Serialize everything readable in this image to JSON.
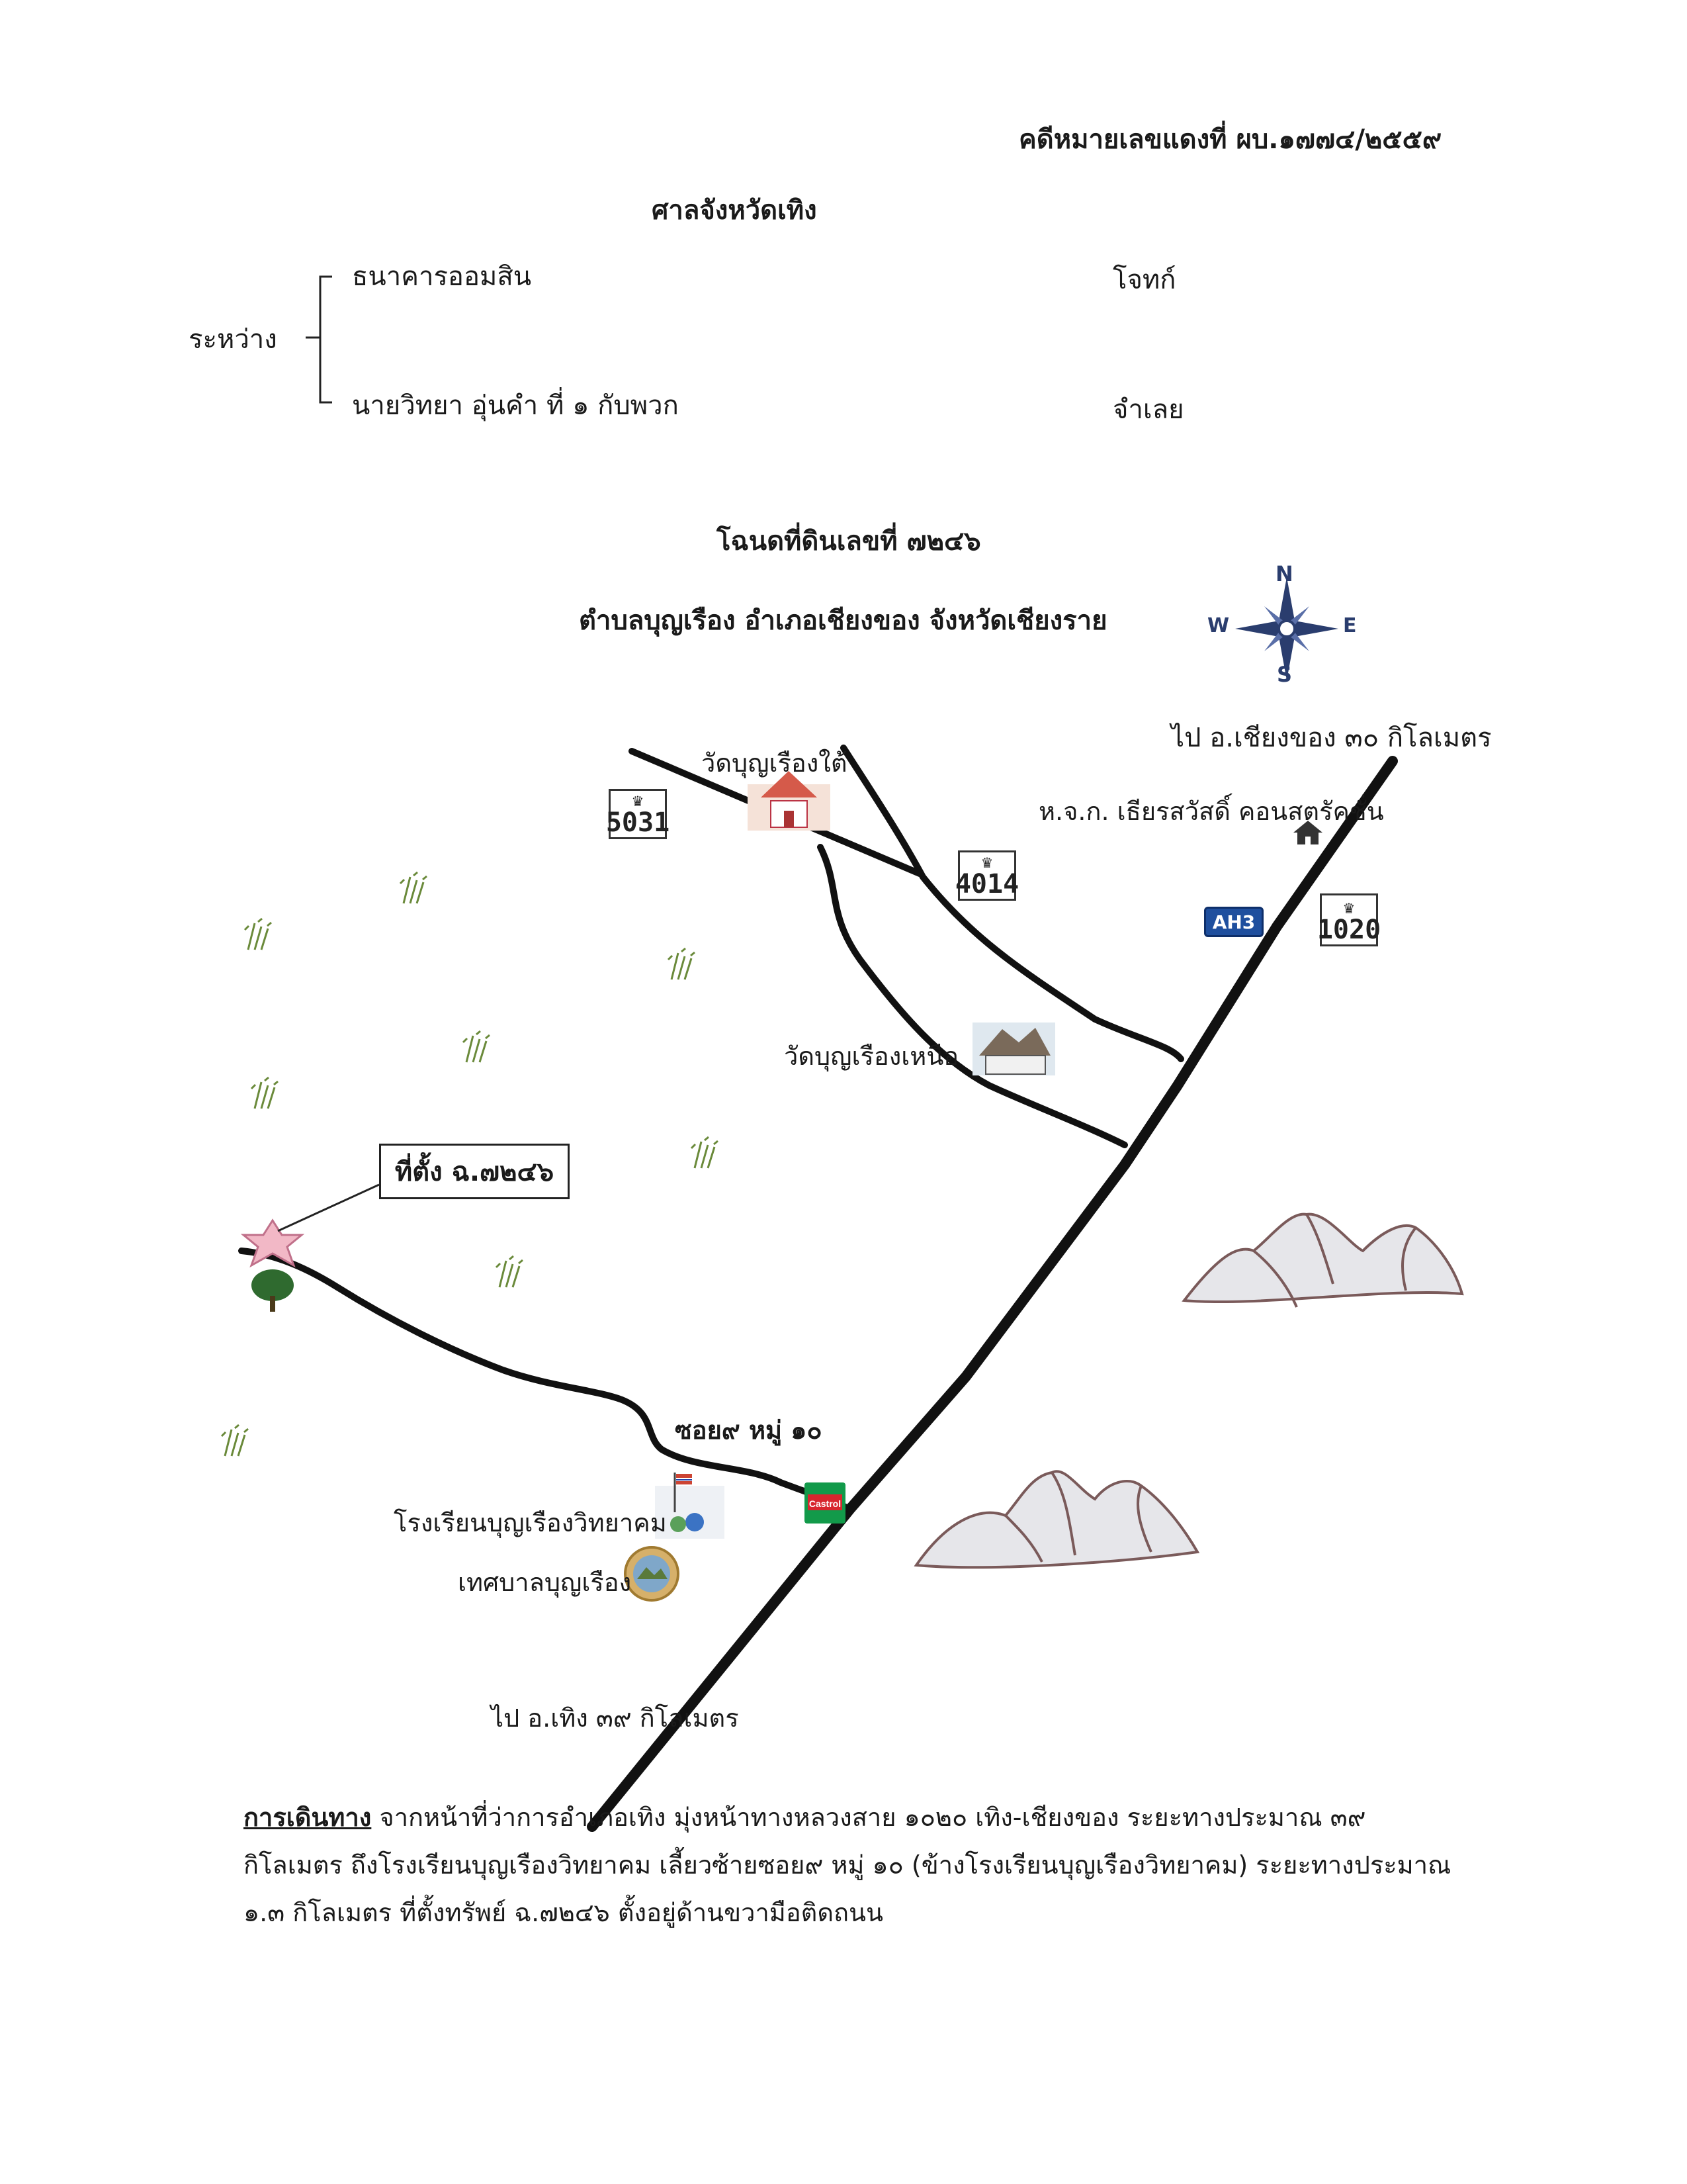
{
  "header": {
    "case_number": "คดีหมายเลขแดงที่ ผบ.๑๗๗๔/๒๕๕๙",
    "court": "ศาลจังหวัดเทิง"
  },
  "parties": {
    "between_label": "ระหว่าง",
    "plaintiff_name": "ธนาคารออมสิน",
    "plaintiff_role": "โจทก์",
    "defendant_name": "นายวิทยา  อุ่นคำ ที่ ๑ กับพวก",
    "defendant_role": "จำเลย"
  },
  "map_title": {
    "deed": "โฉนดที่ดินเลขที่ ๗๒๔๖",
    "location": "ตำบลบุญเรือง อำเภอเชียงของ จังหวัดเชียงราย"
  },
  "compass": {
    "n": "N",
    "s": "S",
    "e": "E",
    "w": "W"
  },
  "labels": {
    "to_chiang_khong": "ไป อ.เชียงของ ๓๐ กิโลเมตร",
    "wat_south": "วัดบุญเรืองใต้",
    "contractor": "ห.จ.ก. เธียรสวัสดิ์ คอนสตรัคชั่น",
    "wat_north": "วัดบุญเรืองเหนือ",
    "site": "ที่ตั้ง ฉ.๗๒๔๖",
    "soi": "ซอย๙ หมู่ ๑๐",
    "school": "โรงเรียนบุญเรืองวิทยาคม",
    "municipality": "เทศบาลบุญเรือง",
    "to_thoeng": "ไป อ.เทิง ๓๙ กิโลเมตร"
  },
  "route_signs": {
    "r5031": "5031",
    "r4014": "4014",
    "r1020": "1020",
    "ah3": "AH3"
  },
  "station_logo": "Castrol",
  "directions": {
    "lead": "การเดินทาง",
    "text": " จากหน้าที่ว่าการอำเภอเทิง มุ่งหน้าทางหลวงสาย ๑๐๒๐ เทิง-เชียงของ ระยะทางประมาณ ๓๙ กิโลเมตร ถึงโรงเรียนบุญเรืองวิทยาคม เลี้ยวซ้ายซอย๙ หมู่ ๑๐ (ข้างโรงเรียนบุญเรืองวิทยาคม) ระยะทางประมาณ ๑.๓ กิโลเมตร ที่ตั้งทรัพย์ ฉ.๗๒๔๖ ตั้งอยู่ด้านขวามือติดถนน"
  },
  "colors": {
    "road": "#111111",
    "ah_blue": "#1f4f9e",
    "site_pink": "#f2b8c6",
    "mountain": "#e4e4e8"
  }
}
